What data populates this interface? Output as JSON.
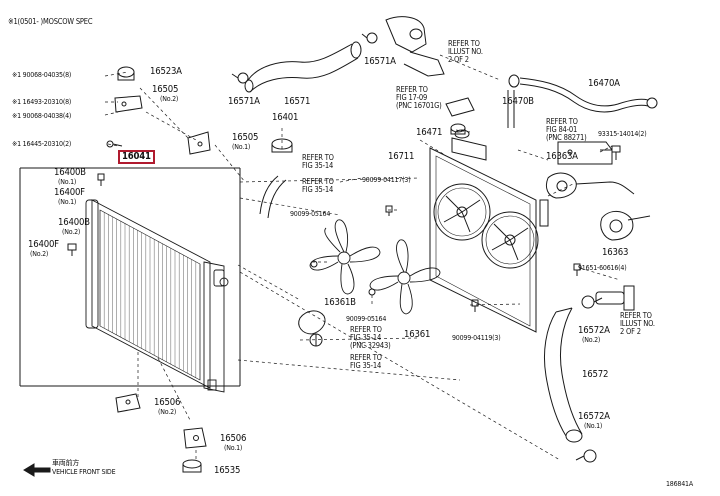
{
  "header": {
    "note": "※1(0501-      )MOSCOW SPEC"
  },
  "highlight_color": "#b01a2e",
  "labels": {
    "p16523a": "16523A",
    "p16505_top": "16505",
    "p16505_top_sub": "(No.2)",
    "p16505_mid": "16505",
    "p16505_mid_sub": "(No.1)",
    "p16041": "16041",
    "p16400b_top": "16400B",
    "p16400b_top_sub": "(No.1)",
    "p16400f_top": "16400F",
    "p16400f_top_sub": "(No.1)",
    "p16400b_mid": "16400B",
    "p16400b_mid_sub": "(No.2)",
    "p16400f_mid": "16400F",
    "p16400f_mid_sub": "(No.2)",
    "p16571a_top": "16571A",
    "p16571a_mid": "16571A",
    "p16571": "16571",
    "p16401": "16401",
    "p16711": "16711",
    "p16471": "16471",
    "p16470b": "16470B",
    "p16470a": "16470A",
    "p16363a": "16363A",
    "p16363": "16363",
    "p16361": "16361",
    "p16361b": "16361B",
    "p16572a_top": "16572A",
    "p16572a_top_sub": "(No.2)",
    "p16572": "16572",
    "p16572a_bot": "16572A",
    "p16572a_bot_sub": "(No.1)",
    "p16506_top": "16506",
    "p16506_top_sub": "(No.2)",
    "p16506_bot": "16506",
    "p16506_bot_sub": "(No.1)",
    "p16535": "16535",
    "b90068_1": "※1 90068-04035(8)",
    "b11493": "※1 16493-20310(8)",
    "b90068_2": "※1 90068-04038(4)",
    "b116445": "※1 16445-20310(2)",
    "b90099_1": "90099-04117(3)",
    "b90099_2": "90099-05164",
    "b90099_3": "90099-05164",
    "b90099_4": "90099-04119(3)",
    "b93315": "93315-14014(2)",
    "b91651": "91651-60616(4)"
  },
  "refs": {
    "r_top": [
      "REFER TO",
      "ILLUST NO.",
      "2 OF 2"
    ],
    "r_fig17": [
      "REFER TO",
      "FIG 17-09",
      "(PNC 16701G)"
    ],
    "r_fig84": [
      "REFER TO",
      "FIG 84-01",
      "(PNC 88271)"
    ],
    "r_fig35a": [
      "REFER TO",
      "FIG 35-14"
    ],
    "r_fig35b": [
      "REFER TO",
      "FIG 35-14"
    ],
    "r_fig35c": [
      "REFER TO",
      "FIG 35-14",
      "(PNC 32943)"
    ],
    "r_fig35d": [
      "REFER TO",
      "FIG 35-14"
    ],
    "r_right": [
      "REFER TO",
      "ILLUST NO.",
      "2 OF 2"
    ]
  },
  "footer": {
    "vehicle_front_jp": "車両前方",
    "vehicle_front": "VEHICLE FRONT SIDE",
    "illust_no": "186841A"
  }
}
